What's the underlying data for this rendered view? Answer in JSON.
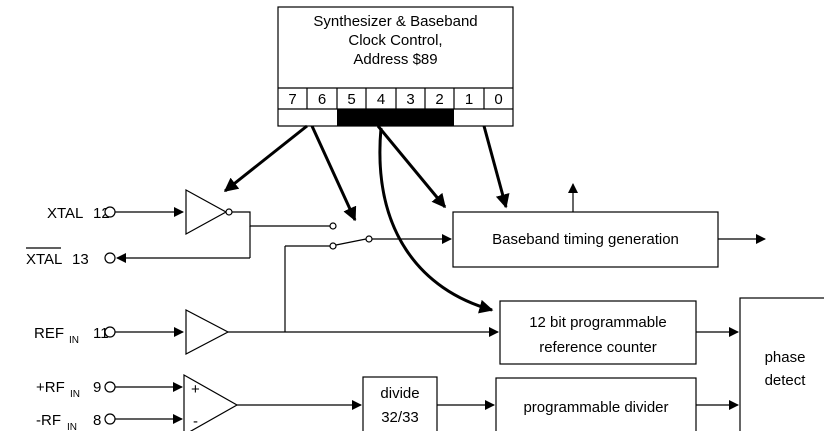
{
  "register": {
    "title_lines": [
      "Synthesizer & Baseband",
      "Clock Control,",
      "Address $89"
    ],
    "bits": [
      "7",
      "6",
      "5",
      "4",
      "3",
      "2",
      "1",
      "0"
    ]
  },
  "pins": {
    "xtal": {
      "name": "XTAL",
      "number": "12"
    },
    "xtal_bar": {
      "name": "XTAL",
      "number": "13"
    },
    "ref_in": {
      "name": "REF",
      "sub": "IN",
      "number": "11"
    },
    "rf_in_pos": {
      "prefix": "+RF",
      "sub": "IN",
      "number": "9"
    },
    "rf_in_neg": {
      "prefix": "-RF",
      "sub": "IN",
      "number": "8"
    }
  },
  "blocks": {
    "baseband_timing": "Baseband timing generation",
    "ref_counter": [
      "12 bit programmable",
      "reference counter"
    ],
    "divide": [
      "divide",
      "32/33"
    ],
    "prog_divider": "programmable divider",
    "phase_detect": [
      "phase",
      "detect"
    ]
  },
  "comparator": {
    "plus": "+",
    "minus": "-"
  }
}
